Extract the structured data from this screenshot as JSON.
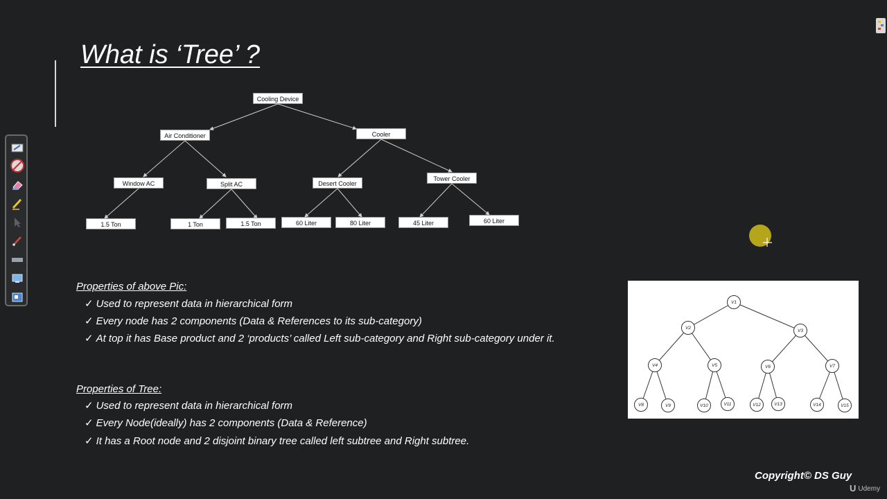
{
  "slide": {
    "title": "What is ‘Tree’ ?"
  },
  "diagram": {
    "nodes": {
      "root": "Cooling Device",
      "air_conditioner": "Air Conditioner",
      "cooler": "Cooler",
      "window_ac": "Window AC",
      "split_ac": "Split AC",
      "desert_cooler": "Desert Cooler",
      "tower_cooler": "Tower Cooler",
      "window_ac_child": "1.5 Ton",
      "split_ac_left": "1 Ton",
      "split_ac_right": "1.5 Ton",
      "desert_left": "60 Liter",
      "desert_right": "80 Liter",
      "tower_left": "45 Liter",
      "tower_right": "60 Liter"
    }
  },
  "properties_pic": {
    "heading": "Properties of above Pic:",
    "items": [
      "Used to represent data in hierarchical form",
      "Every node has 2 components (Data & References to its sub-category)",
      "At top it has Base product and 2 ‘products’ called Left sub-category and Right sub-category under it."
    ]
  },
  "properties_tree": {
    "heading": "Properties of Tree:",
    "items": [
      "Used to represent data in hierarchical form",
      "Every Node(ideally) has 2 components (Data & Reference)",
      "It has a Root node and 2 disjoint binary tree called left subtree and Right subtree."
    ]
  },
  "check_mark": "✓",
  "binary_tree": {
    "nodes": [
      "V1",
      "V2",
      "V3",
      "V4",
      "V5",
      "V6",
      "V7",
      "V8",
      "V9",
      "V10",
      "V11",
      "V12",
      "V13",
      "V14",
      "V15"
    ]
  },
  "footer": {
    "copyright": "Copyright© DS Guy",
    "brand": "Udemy",
    "brand_glyph": "U"
  },
  "toolbar": {
    "tools": [
      "pen-icon",
      "no-draw-icon",
      "eraser-icon",
      "highlighter-icon",
      "cursor-icon",
      "brush-icon",
      "ruler-icon",
      "screen-icon",
      "capture-icon"
    ]
  },
  "colors": {
    "background": "#1f2022",
    "pointer": "#b5a51a"
  }
}
